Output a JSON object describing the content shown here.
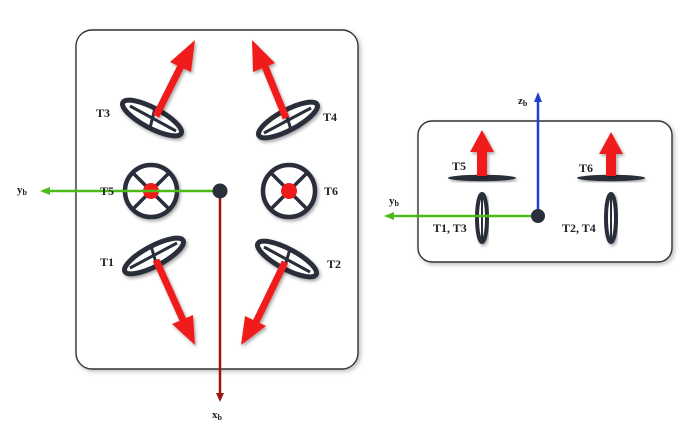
{
  "top_view": {
    "thrusters": {
      "t1": "T1",
      "t2": "T2",
      "t3": "T3",
      "t4": "T4",
      "t5": "T5",
      "t6": "T6"
    },
    "axes": {
      "y_main": "y",
      "y_sub": "b",
      "x_main": "x",
      "x_sub": "b"
    }
  },
  "side_view": {
    "labels": {
      "t5": "T5",
      "t6": "T6",
      "t1_t3": "T1, T3",
      "t2_t4": "T2, T4"
    },
    "axes": {
      "z_main": "z",
      "z_sub": "b",
      "y_main": "y",
      "y_sub": "b"
    }
  },
  "colors": {
    "thrust_arrow": "#f01e1e",
    "x_axis": "#a01414",
    "y_axis": "#4cbb17",
    "z_axis": "#1e3fd0",
    "propeller": "#2a2f3a",
    "frame": "#333333"
  },
  "icons": [
    "propeller-icon",
    "vertical-thruster-icon",
    "thrust-arrow-icon"
  ]
}
